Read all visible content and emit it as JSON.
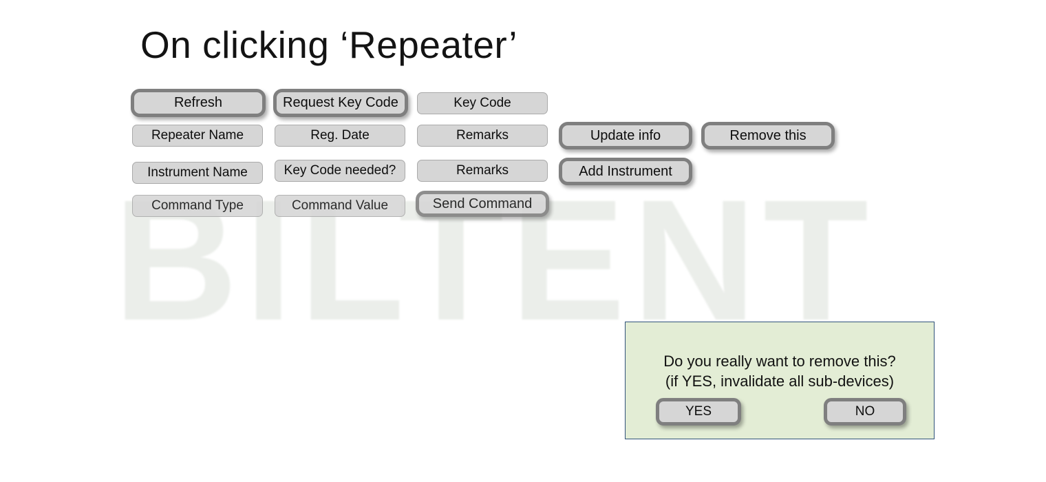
{
  "page": {
    "title": "On clicking ‘Repeater’",
    "watermark": "BILTENT",
    "background_color": "#ffffff"
  },
  "colors": {
    "control_fill": "#d6d6d6",
    "button_border": "#7f7f7f",
    "field_border": "#a9a9a9",
    "dialog_fill": "#e3edd5",
    "dialog_border": "#2f5279",
    "text": "#0d0d0d",
    "watermark": "#ebeeea"
  },
  "controls": {
    "refresh_button": "Refresh",
    "request_key_code_button": "Request Key Code",
    "key_code_field": "Key Code",
    "repeater_name_field": "Repeater Name",
    "reg_date_field": "Reg. Date",
    "remarks_field_1": "Remarks",
    "update_info_button": "Update info",
    "remove_this_button": "Remove this",
    "instrument_name_field": "Instrument Name",
    "key_code_needed_field": "Key Code needed?",
    "remarks_field_2": "Remarks",
    "add_instrument_button": "Add Instrument",
    "command_type_field": "Command Type",
    "command_value_field": "Command Value",
    "send_command_button": "Send Command"
  },
  "dialog": {
    "message": "Do you really want to remove this?\n(if YES, invalidate all sub-devices)",
    "yes_label": "YES",
    "no_label": "NO"
  }
}
